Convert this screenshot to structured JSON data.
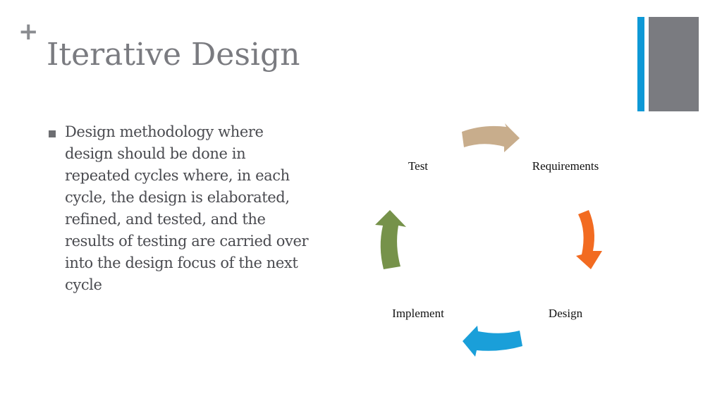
{
  "slide": {
    "plus_mark": "+",
    "title": "Iterative Design",
    "bullet": "Design methodology where design should be done in repeated cycles where, in each cycle, the design is elaborated, refined, and tested, and the results of testing are carried over into the design focus of the next cycle"
  },
  "cycle": {
    "stages": [
      {
        "label": "Requirements",
        "arrow_color": "#f26b21"
      },
      {
        "label": "Design",
        "arrow_color": "#1a9fd9"
      },
      {
        "label": "Implement",
        "arrow_color": "#76924a"
      },
      {
        "label": "Test",
        "arrow_color": "#c8ad8c"
      }
    ]
  },
  "colors": {
    "title": "#7a7b80",
    "accent_blue": "#0e99d6",
    "accent_gray": "#7a7b80",
    "body_text": "#4a4b50"
  }
}
